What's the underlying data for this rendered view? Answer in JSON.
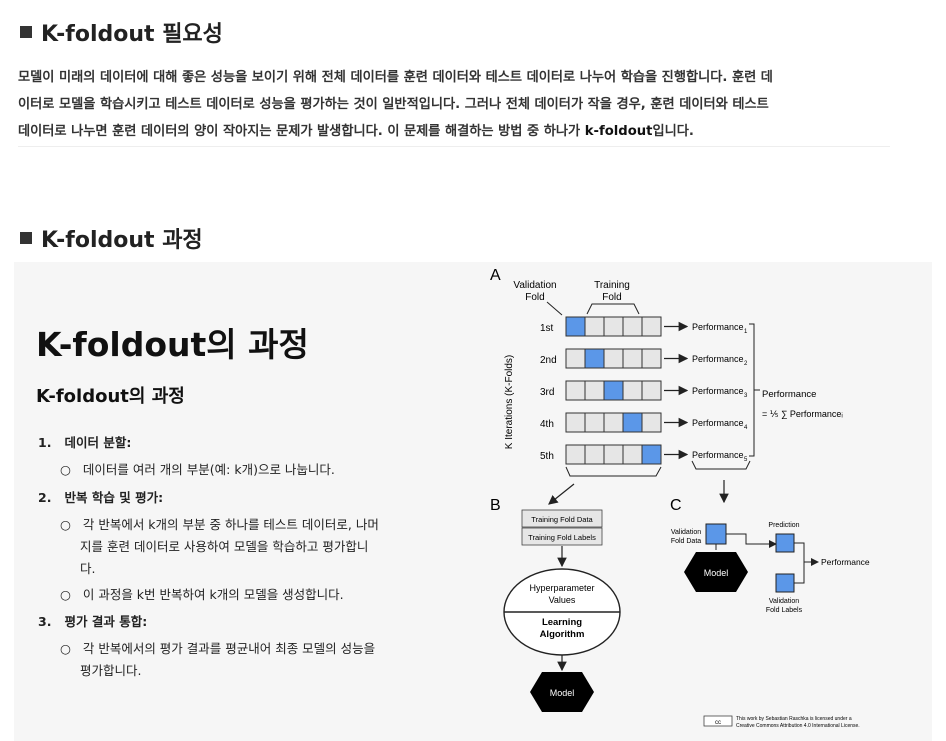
{
  "section1": {
    "title": "K-foldout 필요성"
  },
  "paragraph": {
    "l1": "모델이 미래의 데이터에 대해 좋은 성능을 보이기 위해 전체 데이터를 훈련 데이터와 테스트 데이터로 나누어 학습을 진행합니다. 훈련 데",
    "l2": "이터로 모델을 학습시키고 테스트 데이터로 성능을 평가하는 것이 일반적입니다. 그러나 전체 데이터가 작을 경우, 훈련 데이터와 테스트",
    "l3": "데이터로 나누면 훈련 데이터의 양이 작아지는 문제가 발생합니다. 이 문제를 해결하는 방법 중 하나가 ",
    "l3_bold": "k-foldout",
    "l3_end": "입니다."
  },
  "section2": {
    "title": "K-foldout 과정"
  },
  "slide": {
    "title": "K-foldout의 과정",
    "subtitle": "K-foldout의 과정",
    "step1": {
      "num": "1.",
      "head": "데이터 분할:",
      "b1": "데이터를 여러 개의 부분(예: k개)으로 나눕니다."
    },
    "step2": {
      "num": "2.",
      "head": "반복 학습 및 평가:",
      "b1_l1": "각 반복에서 k개의 부분 중 하나를 테스트 데이터로, 나머",
      "b1_l2": "지를 훈련 데이터로 사용하여 모델을 학습하고 평가합니",
      "b1_l3": "다.",
      "b2": "이 과정을 k번 반복하여 k개의 모델을 생성합니다."
    },
    "step3": {
      "num": "3.",
      "head": "평가 결과 통합:",
      "b1_l1": "각 반복에서의 평가 결과를 평균내어 최종 모델의 성능을",
      "b1_l2": "평가합니다."
    },
    "bullet": "○"
  },
  "diagram": {
    "label_a": "A",
    "label_b": "B",
    "label_c": "C",
    "validation_fold_l1": "Validation",
    "validation_fold_l2": "Fold",
    "training_fold_l1": "Training",
    "training_fold_l2": "Fold",
    "axis_label": "K Iterations (K-Folds)",
    "iterations": [
      {
        "label": "1st",
        "perf": "Performance",
        "sub": "1",
        "highlight": 0
      },
      {
        "label": "2nd",
        "perf": "Performance",
        "sub": "2",
        "highlight": 1
      },
      {
        "label": "3rd",
        "perf": "Performance",
        "sub": "3",
        "highlight": 2
      },
      {
        "label": "4th",
        "perf": "Performance",
        "sub": "4",
        "highlight": 3
      },
      {
        "label": "5th",
        "perf": "Performance",
        "sub": "5",
        "highlight": 4
      }
    ],
    "perf_total": "Performance",
    "perf_formula": "= ⅕ ∑ Performanceᵢ",
    "training_fold_data": "Training Fold Data",
    "training_fold_labels": "Training Fold Labels",
    "hyper_l1": "Hyperparameter",
    "hyper_l2": "Values",
    "learning_l1": "Learning",
    "learning_l2": "Algorithm",
    "model": "Model",
    "c_validation_data_l1": "Validation",
    "c_validation_data_l2": "Fold Data",
    "c_prediction": "Prediction",
    "c_performance": "Performance",
    "c_validation_labels_l1": "Validation",
    "c_validation_labels_l2": "Fold Labels",
    "license_text_l1": "This work by Sebastian Raschka is licensed under a",
    "license_text_l2": "Creative Commons Attribution 4.0 International License.",
    "colors": {
      "highlight": "#5b97e8",
      "fold": "#e6e6e6",
      "model": "#000000"
    }
  }
}
